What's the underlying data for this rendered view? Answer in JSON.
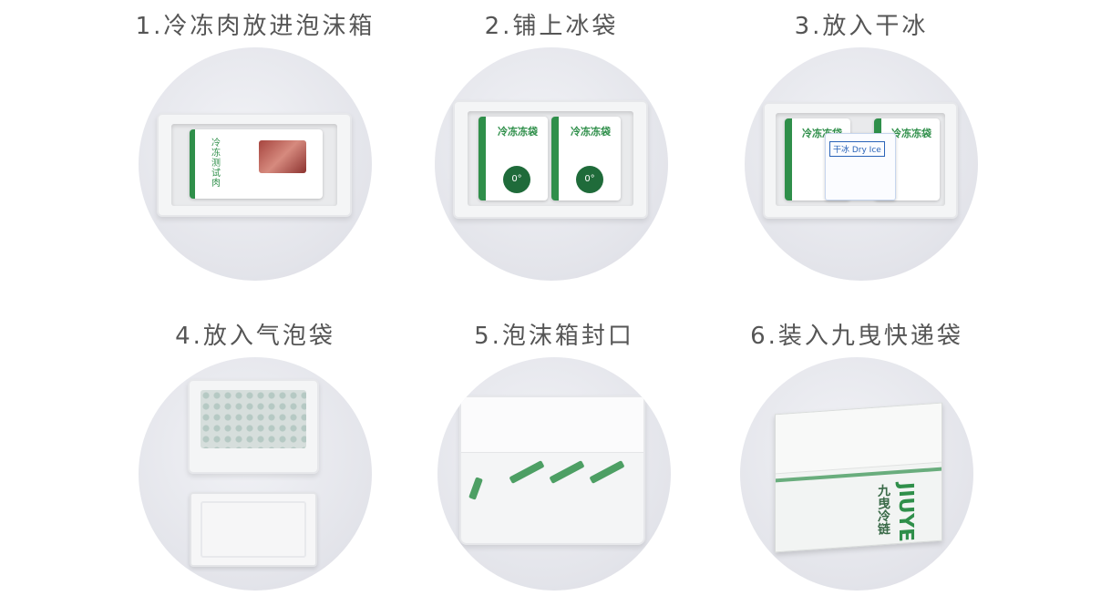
{
  "steps": [
    {
      "title": "1.冷冻肉放进泡沫箱",
      "pack_text": "冷冻测试肉"
    },
    {
      "title": "2.铺上冰袋",
      "pack_text": "冷冻冻袋",
      "pack_badge": "0°"
    },
    {
      "title": "3.放入干冰",
      "pack_text": "冷冻冻袋",
      "dry_text": "干冰 Dry Ice"
    },
    {
      "title": "4.放入气泡袋"
    },
    {
      "title": "5.泡沫箱封口"
    },
    {
      "title": "6.装入九曳快递袋",
      "brand_text": "JIUYE",
      "brand_cn": "九曳冷链"
    }
  ],
  "colors": {
    "brand_green": "#2f8f4a",
    "title_gray": "#555555"
  }
}
